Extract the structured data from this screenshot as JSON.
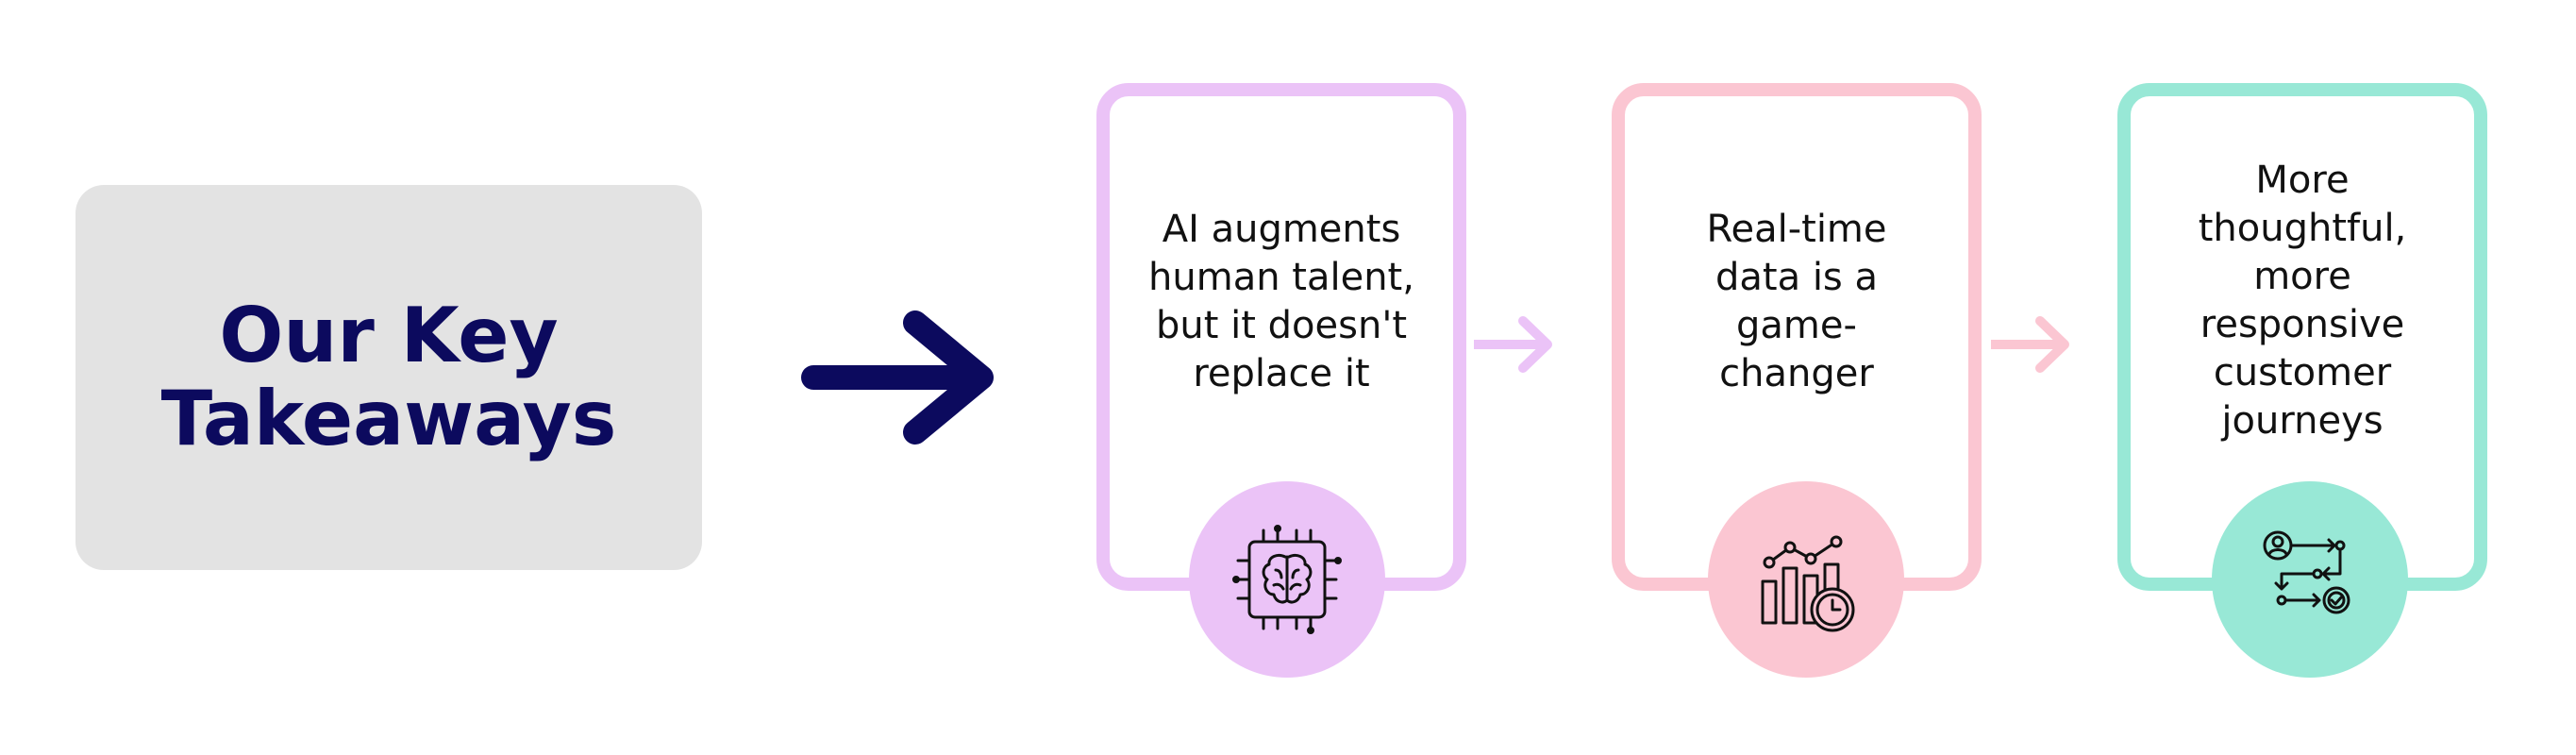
{
  "title": {
    "line1": "Our Key",
    "line2": "Takeaways"
  },
  "colors": {
    "title_text": "#0c0a5e",
    "title_box": "#e3e3e3",
    "arrow": "#0c0a5e",
    "card1": "#ebc3f7",
    "card2": "#fbc6d2",
    "card3": "#98e8d6"
  },
  "cards": [
    {
      "text": "AI augments\nhuman talent,\nbut it doesn't\nreplace it",
      "icon": "brain-chip-icon"
    },
    {
      "text": "Real-time\ndata is a\ngame-\nchanger",
      "icon": "chart-clock-icon"
    },
    {
      "text": "More\nthoughtful,\nmore\nresponsive\ncustomer\njourneys",
      "icon": "customer-journey-icon"
    }
  ]
}
